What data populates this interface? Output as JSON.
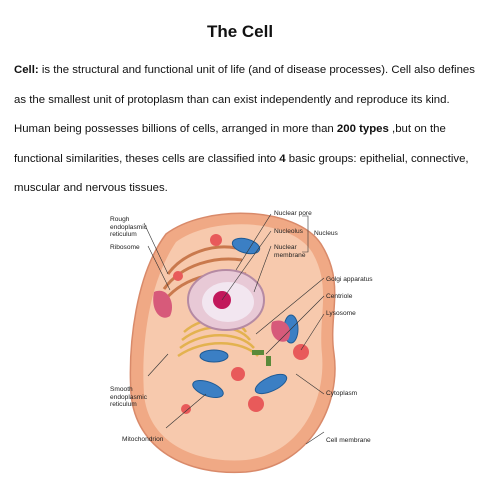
{
  "title": "The Cell",
  "paragraph": {
    "line1_term": "Cell:",
    "line1_rest": " is the structural and functional unit of life (and of disease processes). Cell also defines",
    "line2": "as the smallest unit of protoplasm than can exist independently and reproduce its kind.",
    "line3_pre": "Human being  possesses  billions of cells, arranged in more than ",
    "line3_bold": "200 types",
    "line3_post": " ,but on the",
    "line4_pre": "functional similarities, theses cells are classified into ",
    "line4_bold": "4",
    "line4_post": " basic groups: epithelial, connective,",
    "line5": "muscular and nervous tissues."
  },
  "diagram": {
    "labels": {
      "rough_er": "Rough\nendoplasmic\nreticulum",
      "ribosome": "Ribosome",
      "smooth_er": "Smooth\nendoplasmic\nreticulum",
      "mitochondrion": "Mitochondrion",
      "nuclear_pore": "Nuclear pore",
      "nucleolus": "Nucleolus",
      "nuclear_membrane": "Nuclear\nmembrane",
      "nucleus": "Nucleus",
      "golgi": "Golgi apparatus",
      "centriole": "Centriole",
      "lysosome": "Lysosome",
      "cytoplasm": "Cytoplasm",
      "cell_membrane": "Cell membrane"
    },
    "colors": {
      "cell_outer": "#f4b58f",
      "cytoplasm": "#f7c9ad",
      "nucleus": "#d9b5c8",
      "nucleolus": "#c2185b",
      "mitochondria": "#3b7fc4",
      "golgi": "#e8c36a",
      "lysosome": "#e85a5a",
      "rough_er": "#d98a5c"
    }
  }
}
